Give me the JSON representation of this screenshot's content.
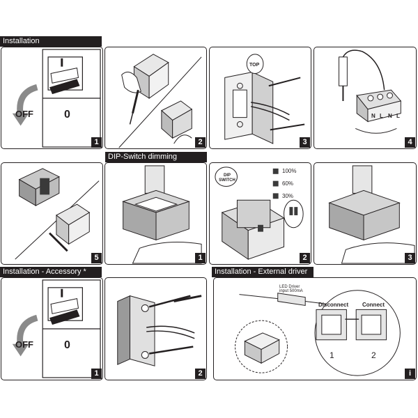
{
  "sections": {
    "installation": "Installation",
    "dip_switch": "DIP-Switch dimming",
    "accessory": "Installation - Accessory *",
    "external_driver": "Installation - External driver"
  },
  "switch": {
    "off_label": "OFF",
    "state_label": "0"
  },
  "steps": {
    "p1": "1",
    "p2": "2",
    "p3": "3",
    "p4": "4",
    "p5": "5",
    "d1": "1",
    "d2": "2",
    "d3": "3",
    "a1": "1",
    "a2": "2",
    "info": "i"
  },
  "screw_label": "TOP",
  "terminal_labels": [
    "N",
    "L",
    "N",
    "L"
  ],
  "dip": {
    "label": "DIP SWITCH",
    "levels": [
      "100%",
      "60%",
      "30%"
    ]
  },
  "driver": {
    "title": "LED Driver",
    "spec": "input 500mA",
    "disconnect_label": "Disconnect",
    "connect_label": "Connect",
    "step1": "1",
    "step2": "2"
  }
}
